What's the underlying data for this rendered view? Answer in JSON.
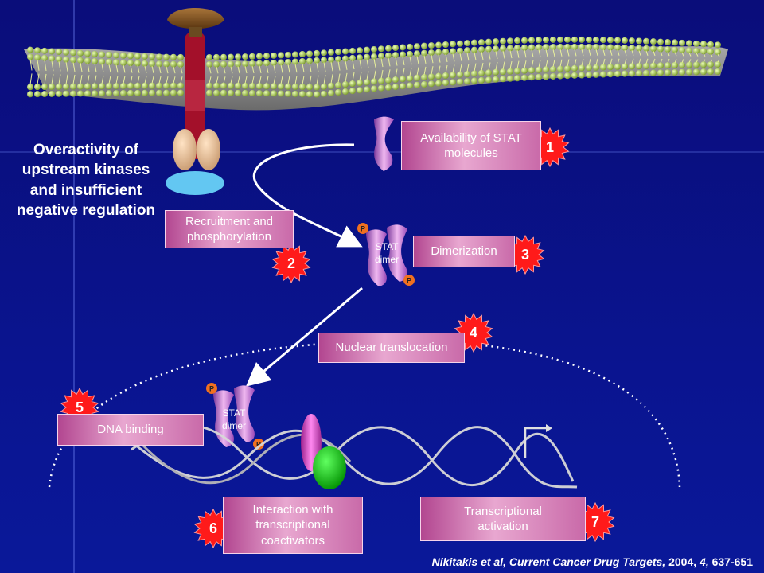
{
  "left_text": "Overactivity of upstream kinases and insufficient negative regulation",
  "steps": [
    {
      "label": "Availability of STAT molecules",
      "number": "1"
    },
    {
      "label": "Recruitment and phosphorylation",
      "number": "2"
    },
    {
      "label": "Dimerization",
      "number": "3"
    },
    {
      "label": "Nuclear translocation",
      "number": "4"
    },
    {
      "label": "DNA binding",
      "number": "5"
    },
    {
      "label": "Interaction with transcriptional coactivators",
      "number": "6"
    },
    {
      "label": "Transcriptional activation",
      "number": "7"
    }
  ],
  "stat_dimer_label": "STAT dimer",
  "phospho_label": "P",
  "citation": {
    "authors": "Nikitakis et al,",
    "journal": "Current Cancer Drug Targets,",
    "year": "2004,",
    "volume": "4,",
    "pages": "637-651"
  },
  "colors": {
    "background": "#0b0f86",
    "box": "#d98ac0",
    "star": "#ff1010",
    "receptor": "#a3102a",
    "ligand": "#7a4a1a",
    "jak": "#e9c39e",
    "coactivator_pink": "#d64fc2",
    "coactivator_green": "#10c010"
  }
}
